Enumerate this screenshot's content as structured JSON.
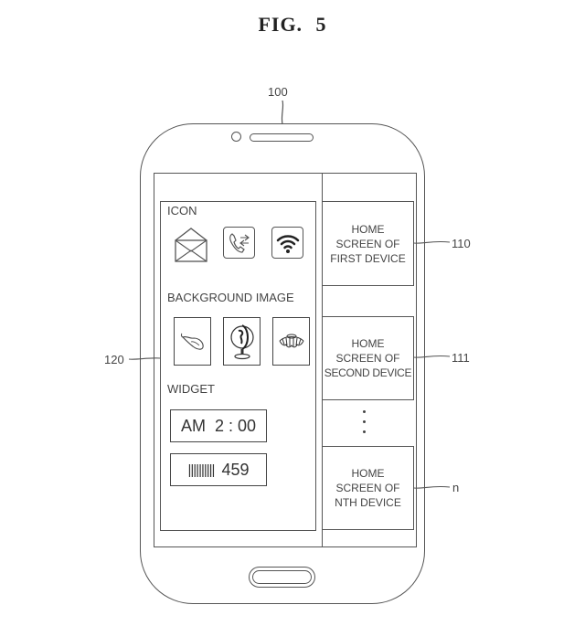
{
  "figure": {
    "title": "FIG.  5"
  },
  "reference_labels": {
    "device": "100",
    "first_home_screen": "110",
    "second_home_screen": "111",
    "nth_home_screen": "n",
    "edit_panel": "120"
  },
  "edit_panel": {
    "sections": {
      "icon": {
        "label": "ICON",
        "items": [
          "envelope-icon",
          "phone-call-transfer-icon",
          "wifi-icon"
        ]
      },
      "background": {
        "label": "BACKGROUND IMAGE",
        "items": [
          "mouse-image",
          "globe-image",
          "flower-image"
        ]
      },
      "widget": {
        "label": "WIDGET",
        "clock": "AM  2 : 00",
        "counter_bars": "||||||||||",
        "counter_value": "459"
      }
    }
  },
  "home_screens": [
    {
      "line1": "HOME",
      "line2": "SCREEN OF",
      "line3": "FIRST DEVICE"
    },
    {
      "line1": "HOME",
      "line2": "SCREEN OF",
      "line3": "SECOND DEVICE"
    },
    {
      "line1": "HOME",
      "line2": "SCREEN OF",
      "line3": "NTH DEVICE"
    }
  ],
  "ellipsis": "⋮",
  "colors": {
    "line": "#555555",
    "text": "#444444",
    "background": "#ffffff"
  }
}
